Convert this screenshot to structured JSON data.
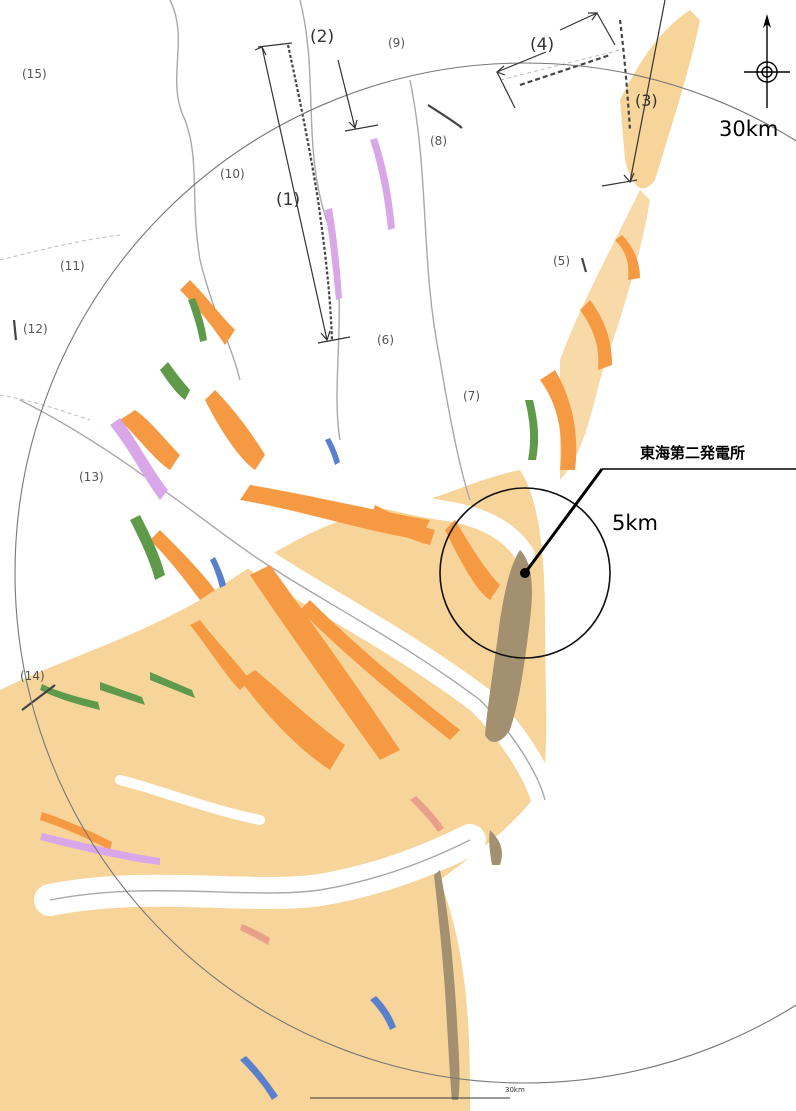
{
  "map": {
    "fault_labels": {
      "f1": "(1)",
      "f2": "(2)",
      "f3": "(3)",
      "f4": "(4)",
      "f5": "(5)",
      "f6": "(6)",
      "f7": "(7)",
      "f8": "(8)",
      "f9": "(9)",
      "f10": "(10)",
      "f11": "(11)",
      "f12": "(12)",
      "f13": "(13)",
      "f14": "(14)",
      "f15": "(15)"
    },
    "plant_name": "東海第二発電所",
    "radius_inner": "5km",
    "radius_outer": "30km",
    "scale_bar_label": "30km",
    "north_arrow_icon": "north-arrow-icon",
    "colors": {
      "terrace_low": "#f7d49a",
      "terrace_high": "#f59a42",
      "green_unit": "#5f9a4a",
      "purple_unit": "#d9a6e8",
      "blue_unit": "#5a7fcc",
      "pink_unit": "#e8a08a",
      "dune": "#a39070",
      "river": "#c8c8c8"
    }
  }
}
